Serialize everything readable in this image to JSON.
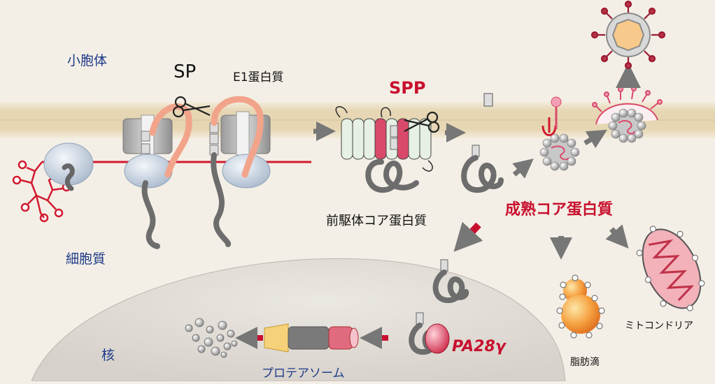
{
  "labels": {
    "er": "小胞体",
    "sp": "SP",
    "e1": "E1蛋白質",
    "spp": "SPP",
    "precursor": "前駆体コア蛋白質",
    "mature": "成熟コア蛋白質",
    "cytoplasm": "細胞質",
    "mitochondria": "ミトコンドリア",
    "lipid": "脂肪滴",
    "nucleus": "核",
    "proteasome": "プロテアソーム",
    "pa28": "PA28γ"
  },
  "colors": {
    "membrane": "#e6d6b3",
    "accent_red": "#c8102e",
    "label_blue": "#1d3a8a",
    "nucleus": "#e1ddd7",
    "protein_gray": "#707070"
  }
}
